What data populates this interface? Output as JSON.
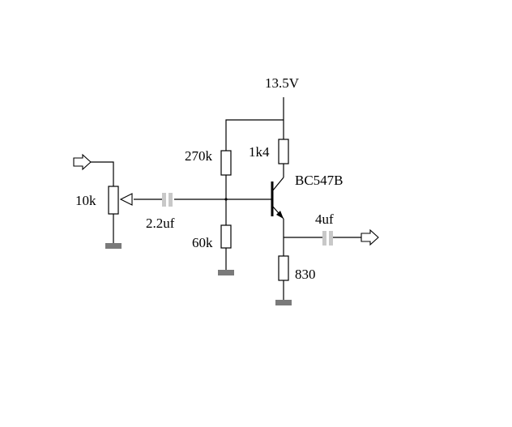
{
  "supply": {
    "voltage": "13.5V"
  },
  "transistor": {
    "part": "BC547B"
  },
  "components": {
    "pot_input": "10k",
    "cap_input": "2.2uf",
    "r_bias_top": "270k",
    "r_bias_bottom": "60k",
    "r_collector": "1k4",
    "r_emitter": "830",
    "cap_output": "4uf"
  },
  "colors": {
    "wire": "#000000",
    "capacitor": "#c8c8c8",
    "ground": "#7a7a7a"
  }
}
